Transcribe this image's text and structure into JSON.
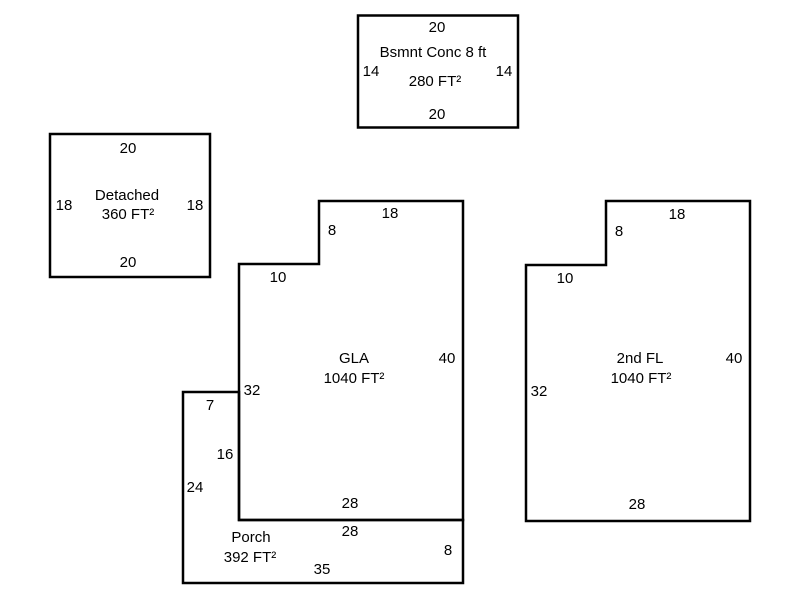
{
  "areas": {
    "basement": {
      "name": "Bsmnt Conc 8 ft",
      "area": "280 FT²",
      "top": "20",
      "bottom": "20",
      "left": "14",
      "right": "14"
    },
    "detached": {
      "name": "Detached",
      "area": "360 FT²",
      "top": "20",
      "bottom": "20",
      "left": "18",
      "right": "18"
    },
    "gla": {
      "name": "GLA",
      "area": "1040 FT²",
      "top": "18",
      "notch_vertical": "8",
      "notch_horizontal": "10",
      "left": "32",
      "right": "40",
      "bottom": "28"
    },
    "second_floor": {
      "name": "2nd FL",
      "area": "1040 FT²",
      "top": "18",
      "notch_vertical": "8",
      "notch_horizontal": "10",
      "left": "32",
      "right": "40",
      "bottom": "28"
    },
    "porch": {
      "name": "Porch",
      "area": "392 FT²",
      "top": "7",
      "inner_vertical": "16",
      "outer_left": "24",
      "inner_horizontal": "28",
      "right": "8",
      "bottom": "35"
    }
  }
}
